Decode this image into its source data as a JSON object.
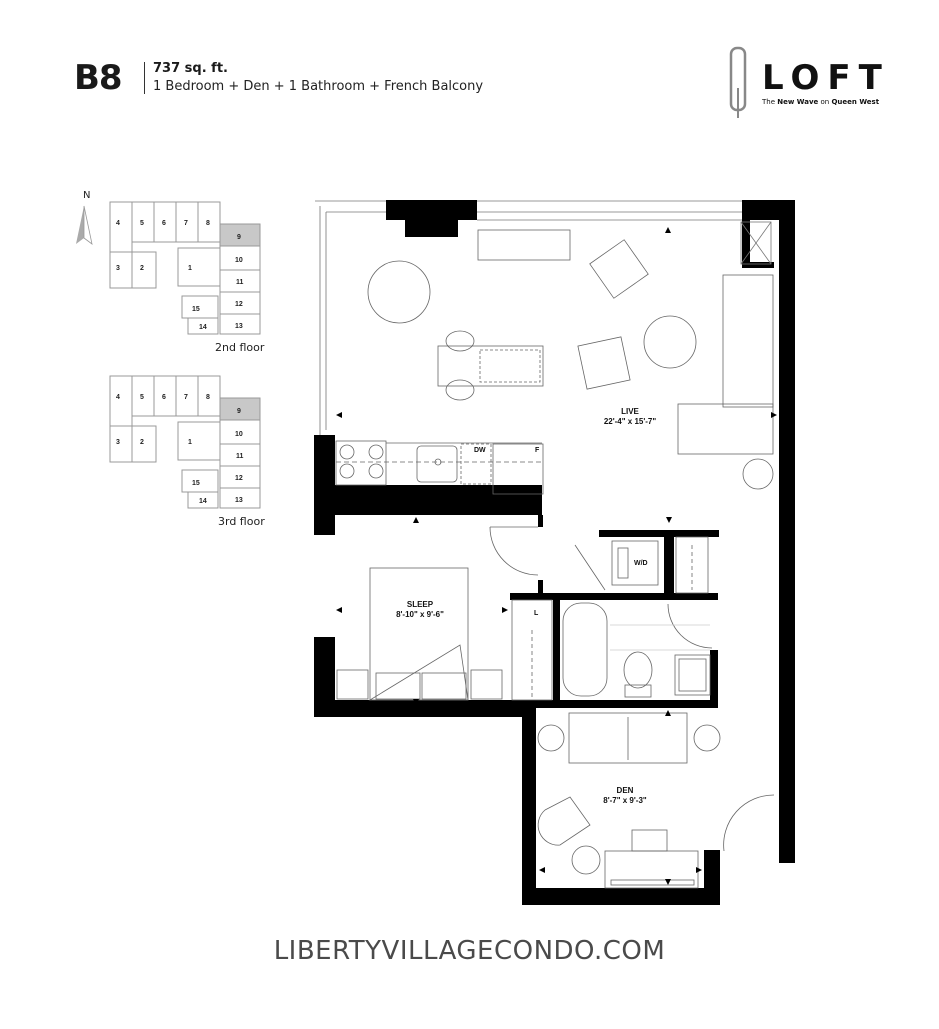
{
  "header": {
    "unit_code": "B8",
    "area": "737 sq. ft.",
    "description": "1 Bedroom + Den + 1 Bathroom + French Balcony"
  },
  "logo": {
    "wordmark": "LOFT",
    "tagline_prefix": "The",
    "tagline_bold_1": "New Wave",
    "tagline_mid": "on",
    "tagline_bold_2": "Queen West"
  },
  "key_plans": {
    "north_label": "N",
    "highlight_color": "#c8c8c8",
    "highlighted_unit": "9",
    "floors": [
      {
        "label": "2nd floor",
        "units": [
          "4",
          "5",
          "6",
          "7",
          "8",
          "9",
          "3",
          "2",
          "1",
          "10",
          "11",
          "15",
          "12",
          "14",
          "13"
        ]
      },
      {
        "label": "3rd floor",
        "units": [
          "4",
          "5",
          "6",
          "7",
          "8",
          "9",
          "3",
          "2",
          "1",
          "10",
          "11",
          "15",
          "12",
          "14",
          "13"
        ]
      }
    ]
  },
  "floor_plan": {
    "rooms": [
      {
        "name": "LIVE",
        "dimensions": "22'-4\"  x  15'-7\""
      },
      {
        "name": "SLEEP",
        "dimensions": "8'-10\"  x  9'-6\""
      },
      {
        "name": "DEN",
        "dimensions": "8'-7\"  x  9'-3\""
      }
    ],
    "appliance_labels": {
      "dishwasher": "DW",
      "fridge": "F",
      "washer_dryer": "W/D",
      "linen": "L"
    }
  },
  "footer": {
    "website": "LIBERTYVILLAGECONDO.COM"
  }
}
